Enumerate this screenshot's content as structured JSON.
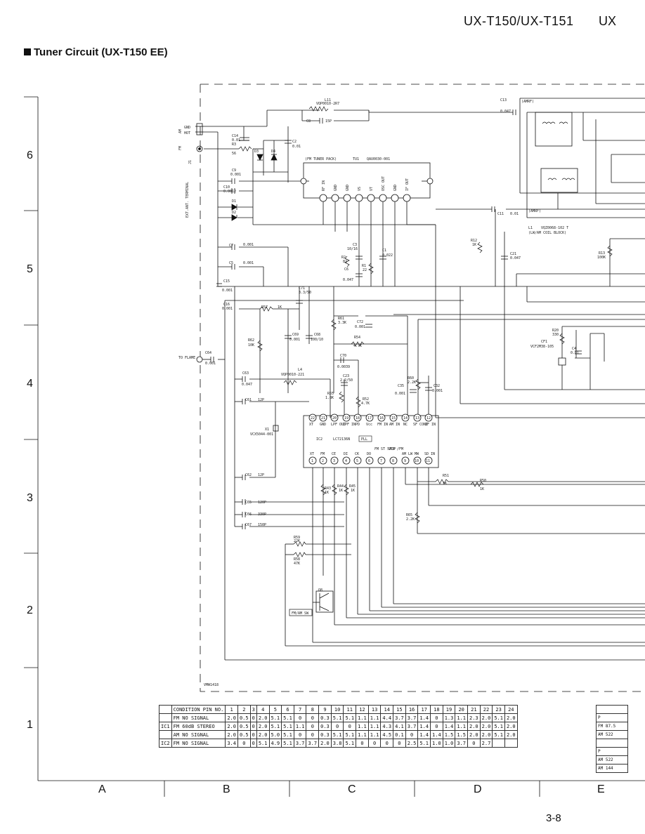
{
  "header": {
    "model": "UX-T150/UX-T151",
    "model_cut": "UX"
  },
  "title": "Tuner Circuit (UX-T150 EE)",
  "page_number": "3-8",
  "grid": {
    "rows": [
      "6",
      "5",
      "4",
      "3",
      "2",
      "1"
    ],
    "cols": [
      "A",
      "B",
      "C",
      "D",
      "E"
    ]
  },
  "schematic": {
    "parts": {
      "L11": "L11",
      "L11_val": "VQP0010-2R7",
      "C8": "C8",
      "C8_val": "15P",
      "C13": "C13",
      "C13_val": "0.047",
      "amrf": "(AMRF)",
      "C14": "C14",
      "C14_val": "0.01",
      "R3": "R3",
      "R3_val": "56",
      "C2": "C2",
      "C2_val": "0.01",
      "D3": "D3",
      "D4": "D4",
      "C9": "C9",
      "C9_val": "0.001",
      "C10": "C10",
      "C10_val": "0.0012",
      "D1": "D1",
      "D2": "D2",
      "fm_pack": "(FM TUNER PACK)",
      "TU1": "TU1",
      "TU1_val": "QAU0030-001",
      "C11": "C11",
      "C11_val": "0.01",
      "amrf2": "(AMRF)",
      "L1": "L1",
      "L1_val": "VQZ0068-102 T",
      "L1_note": "(LW/AM COIL BLOCK)",
      "R12": "R12",
      "R12_val": "1K",
      "C21": "C21",
      "C21_val": "0.047",
      "R13": "R13",
      "R13_val": "100K",
      "C7": "C7",
      "C7_val": "0.001",
      "C5": "C5",
      "C5_val": "0.001",
      "C3": "C3",
      "C3_val": "10/16",
      "R2": "R2",
      "R2_val": "82",
      "C1": "C1",
      "C1_val": "0.022",
      "R1": "R1",
      "R1_val": "22",
      "C6": "C6",
      "C6_val": "0.047",
      "C15": "C15",
      "C15_val": "0.001",
      "C16": "C16",
      "C16_val": "0.001",
      "C71": "C71",
      "C71_val": "3.3/50",
      "R57": "R57",
      "R57_val": "1K",
      "R61": "R61",
      "R61_val": "3.3K",
      "C72": "C72",
      "C72_val": "0.001",
      "C69": "C69",
      "C69_val": "0.001",
      "C68": "C68",
      "C68_val": "100/10",
      "R54": "R54",
      "R54_val": "4.7K",
      "R20": "R20",
      "R20_val": "330",
      "CF1": "CF1",
      "CF1_val": "VCF2M38-105",
      "C4": "C4",
      "C4_val": "0.01",
      "R62": "R62",
      "R62_val": "10K",
      "C64": "C64",
      "C64_val": "0.001",
      "to_flame": "TO FLAME",
      "C70": "C70",
      "C70_val": "0.0039",
      "C63": "C63",
      "C63_val": "0.047",
      "L4": "L4",
      "L4_val": "VQP0010-221",
      "C23": "C23",
      "C23_val": "2.2/50",
      "R55": "R55",
      "R55_val": "1.8K",
      "R52": "R52",
      "R52_val": "4.7K",
      "C35": "C35",
      "C35_val": "0.001",
      "R60": "R60",
      "R60_val": "2.2K",
      "C32": "C32",
      "C32_val": "0.001",
      "C61": "C61",
      "C61_val": "12P",
      "X1": "X1",
      "X1_val": "VCX5044-001",
      "IC2": "IC2",
      "IC2_val": "LC72136N",
      "pll": "PLL",
      "C62": "C62",
      "C62_val": "12P",
      "R43": "R43",
      "R43_val": "1K",
      "R44": "R44",
      "R44_val": "1K",
      "R45": "R45",
      "R45_val": "1K",
      "R51": "R51",
      "R51_val": "1K",
      "R50": "R50",
      "R50_val": "1K",
      "C65": "C65",
      "C65_val": "120P",
      "C66": "C66",
      "C66_val": "330P",
      "C67": "C67",
      "C67_val": "150P",
      "R65": "R65",
      "R65_val": "2.2K",
      "R59": "R59",
      "R59_val": "22K",
      "R58": "R58",
      "R58_val": "47K",
      "Q8": "Q8",
      "fmam_sw": "FM/AM SW",
      "vmw": "VMW1418",
      "gnd": "GND",
      "hot": "HOT",
      "am": "AM",
      "fm": "FM",
      "ext_ant": "EXT.ANT. TERMINAL",
      "J1": "J1"
    },
    "tu1_pins": [
      "RF IN",
      "GND",
      "GND",
      "VS",
      "VT",
      "OSC OUT",
      "GND",
      "IF OUT"
    ],
    "ic2_top_pins": [
      "XT",
      "GND",
      "LPF OUT",
      "LPF IN",
      "PD",
      "Vcc",
      "FM IN",
      "AM IN",
      "NC",
      "SF CONT",
      "IF IN"
    ],
    "ic2_top_nums": [
      "22",
      "21",
      "20",
      "19",
      "18",
      "17",
      "16",
      "15",
      "14",
      "13",
      "12"
    ],
    "ic2_bot_pins": [
      "XT",
      "FM",
      "CE",
      "DI",
      "CK",
      "DO",
      "FM ST STOP",
      "VCO /FM",
      "AM LW",
      "MW",
      "SD IN"
    ],
    "ic2_bot_nums": [
      "1",
      "2",
      "3",
      "4",
      "5",
      "6",
      "7",
      "8",
      "9",
      "10",
      "11"
    ]
  },
  "voltage_table": {
    "header": [
      "CONDITION PIN NO.",
      "1",
      "2",
      "3",
      "4",
      "5",
      "6",
      "7",
      "8",
      "9",
      "10",
      "11",
      "12",
      "13",
      "14",
      "15",
      "16",
      "17",
      "18",
      "19",
      "20",
      "21",
      "22",
      "23",
      "24"
    ],
    "rows": [
      {
        "ic": "",
        "cond": "FM NO SIGNAL",
        "vals": [
          "2.0",
          "0.5",
          "0",
          "2.0",
          "5.1",
          "5.1",
          "0",
          "0",
          "0.3",
          "5.1",
          "5.1",
          "1.1",
          "1.1",
          "4.4",
          "3.7",
          "3.7",
          "1.4",
          "0",
          "1.3",
          "1.1",
          "2.3",
          "2.0",
          "5.1",
          "2.0"
        ]
      },
      {
        "ic": "IC1",
        "cond": "FM 60dB STEREO",
        "vals": [
          "2.0",
          "0.5",
          "0",
          "2.0",
          "5.1",
          "5.1",
          "1.1",
          "0",
          "0.3",
          "0",
          "0",
          "1.1",
          "1.1",
          "4.3",
          "4.1",
          "3.7",
          "1.4",
          "0",
          "1.4",
          "1.1",
          "2.0",
          "2.0",
          "5.1",
          "2.0"
        ]
      },
      {
        "ic": "",
        "cond": "AM NO SIGNAL",
        "vals": [
          "2.0",
          "0.5",
          "0",
          "2.0",
          "5.0",
          "5.1",
          "0",
          "0",
          "0.3",
          "5.1",
          "5.1",
          "1.1",
          "1.1",
          "4.5",
          "0.1",
          "0",
          "1.4",
          "1.4",
          "1.5",
          "1.5",
          "2.0",
          "2.0",
          "5.1",
          "2.0"
        ]
      },
      {
        "ic": "IC2",
        "cond": "FM NO SIGNAL",
        "vals": [
          "3.4",
          "0",
          "0",
          "5.1",
          "4.9",
          "5.1",
          "3.7",
          "3.7",
          "2.0",
          "3.8",
          "5.1",
          "0",
          "0",
          "0",
          "0",
          "2.5",
          "5.1",
          "1.0",
          "1.0",
          "3.7",
          "0",
          "2.7",
          "",
          ""
        ]
      }
    ],
    "side_rows": [
      "",
      "P",
      "FM 87.5",
      "AM 522",
      "",
      "P",
      "AM 522",
      "AM 144"
    ]
  }
}
